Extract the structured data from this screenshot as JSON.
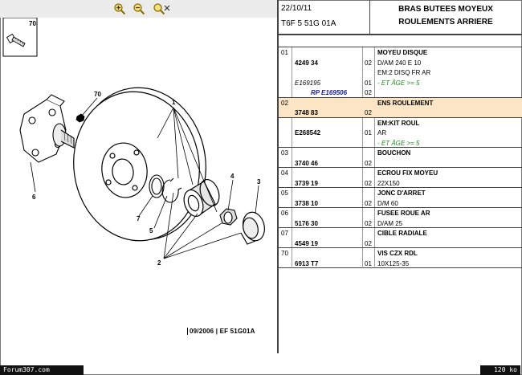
{
  "toolbar": {
    "icons": [
      "zoom-in-icon",
      "zoom-out-icon",
      "zoom-reset-icon"
    ],
    "accent": "#b08a10"
  },
  "diagram": {
    "inset_label": "70",
    "callouts": [
      "1",
      "2",
      "3",
      "4",
      "5",
      "6",
      "7",
      "70"
    ],
    "stamp": "09/2006 | EF 51G01A"
  },
  "header": {
    "date": "22/10/11",
    "code": "T6F 5 51G 01A",
    "title_line1": "BRAS BUTEES MOYEUX",
    "title_line2": "ROULEMENTS ARRIERE"
  },
  "highlight_color": "#fbe5c4",
  "parts": [
    {
      "ref": "01",
      "lines": [
        {
          "pn": "",
          "qty": "",
          "desc": "MOYEU DISQUE"
        },
        {
          "pn": "4249 34",
          "qty": "02",
          "desc": "D/AM 240 E 10"
        },
        {
          "pn": "",
          "qty": "",
          "desc": "EM:2 DISQ FR AR"
        },
        {
          "pn": "E169195",
          "qty": "01",
          "desc": "- ET ÂGE >= 5",
          "green": true
        },
        {
          "pn": "RP E169506",
          "qty": "02",
          "desc": "",
          "red": true
        }
      ]
    },
    {
      "ref": "02",
      "highlight": true,
      "lines": [
        {
          "pn": "",
          "qty": "",
          "desc": "ENS ROULEMENT"
        },
        {
          "pn": "3748 83",
          "qty": "02",
          "desc": ""
        }
      ]
    },
    {
      "ref": "",
      "lines": [
        {
          "pn": "",
          "qty": "",
          "desc": "EM:KIT ROUL"
        },
        {
          "pn": "E268542",
          "qty": "01",
          "desc": "AR"
        },
        {
          "pn": "",
          "qty": "",
          "desc": "- ET ÂGE >= 5",
          "green": true
        }
      ]
    },
    {
      "ref": "03",
      "lines": [
        {
          "pn": "",
          "qty": "",
          "desc": "BOUCHON"
        },
        {
          "pn": "3740 46",
          "qty": "02",
          "desc": ""
        }
      ]
    },
    {
      "ref": "04",
      "lines": [
        {
          "pn": "",
          "qty": "",
          "desc": "ECROU FIX MOYEU"
        },
        {
          "pn": "3739 19",
          "qty": "02",
          "desc": "22X150"
        }
      ]
    },
    {
      "ref": "05",
      "lines": [
        {
          "pn": "",
          "qty": "",
          "desc": "JONC D'ARRET"
        },
        {
          "pn": "3738 10",
          "qty": "02",
          "desc": "D/M 60"
        }
      ]
    },
    {
      "ref": "06",
      "lines": [
        {
          "pn": "",
          "qty": "",
          "desc": "FUSEE ROUE AR"
        },
        {
          "pn": "5176 30",
          "qty": "02",
          "desc": "D/AM 25"
        }
      ]
    },
    {
      "ref": "07",
      "lines": [
        {
          "pn": "",
          "qty": "",
          "desc": "CIBLE RADIALE"
        },
        {
          "pn": "4549 19",
          "qty": "02",
          "desc": ""
        }
      ]
    },
    {
      "ref": "70",
      "lines": [
        {
          "pn": "",
          "qty": "",
          "desc": "VIS CZX RDL"
        },
        {
          "pn": "6913 T7",
          "qty": "01",
          "desc": "10X125-35"
        }
      ]
    }
  ],
  "status": {
    "left": "Forum307.com",
    "right": "120 ko"
  }
}
